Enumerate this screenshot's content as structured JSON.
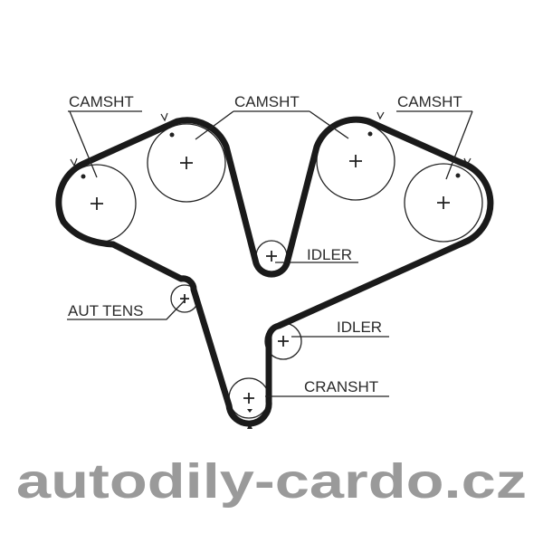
{
  "diagram": {
    "labels": {
      "camshaft_left": "CAMSHT",
      "camshaft_center": "CAMSHT",
      "camshaft_right": "CAMSHT",
      "idler_top": "IDLER",
      "idler_right": "IDLER",
      "auto_tensioner": "AUT TENS",
      "crankshaft": "CRANSHT"
    },
    "watermark": "autodily-cardo.cz",
    "colors": {
      "belt": "#1a1a1a",
      "line": "#222222",
      "watermark": "#9a9a9a"
    }
  }
}
